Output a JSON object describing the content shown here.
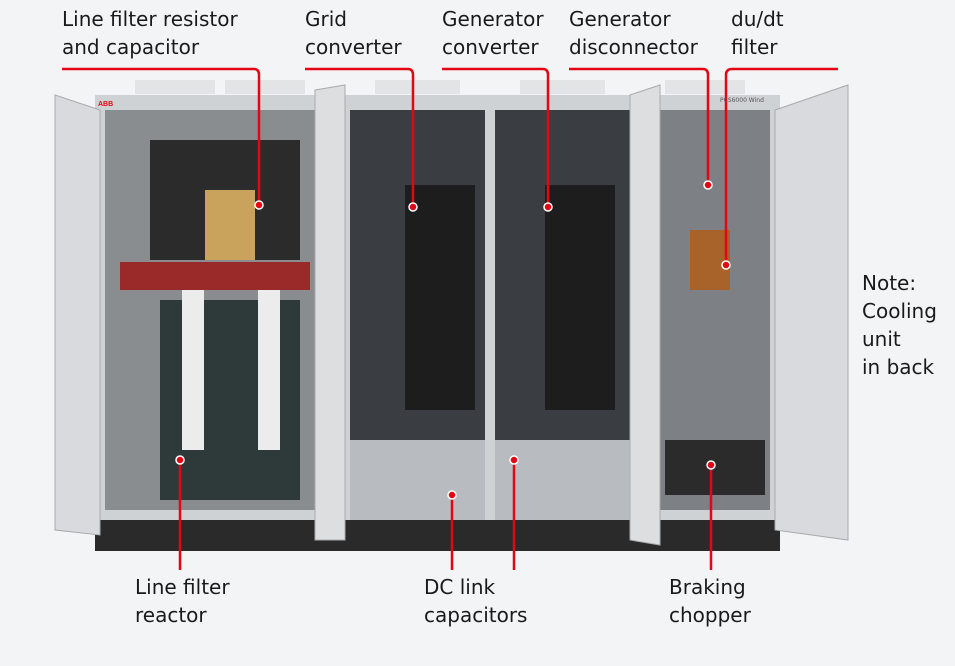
{
  "labels_top": [
    {
      "id": "line-filter-rc",
      "text": "Line filter resistor\nand capacitor"
    },
    {
      "id": "grid-converter",
      "text": "Grid\nconverter"
    },
    {
      "id": "generator-converter",
      "text": "Generator\nconverter"
    },
    {
      "id": "generator-disconnector",
      "text": "Generator\ndisconnector"
    },
    {
      "id": "du-dt-filter",
      "text": "du/dt\nfilter"
    }
  ],
  "labels_bottom": [
    {
      "id": "line-filter-reactor",
      "text": "Line filter\nreactor"
    },
    {
      "id": "dc-link-capacitors",
      "text": "DC link\ncapacitors"
    },
    {
      "id": "braking-chopper",
      "text": "Braking\nchopper"
    }
  ],
  "note": "Note:\nCooling\nunit\nin back",
  "cabinet": {
    "brand": "ABB",
    "model": "PCS6000 Wind"
  },
  "colors": {
    "leader": "#e30613",
    "cabinet": "#d9dbdd",
    "interior": "#3a3d42",
    "base": "#2a2a2a"
  }
}
